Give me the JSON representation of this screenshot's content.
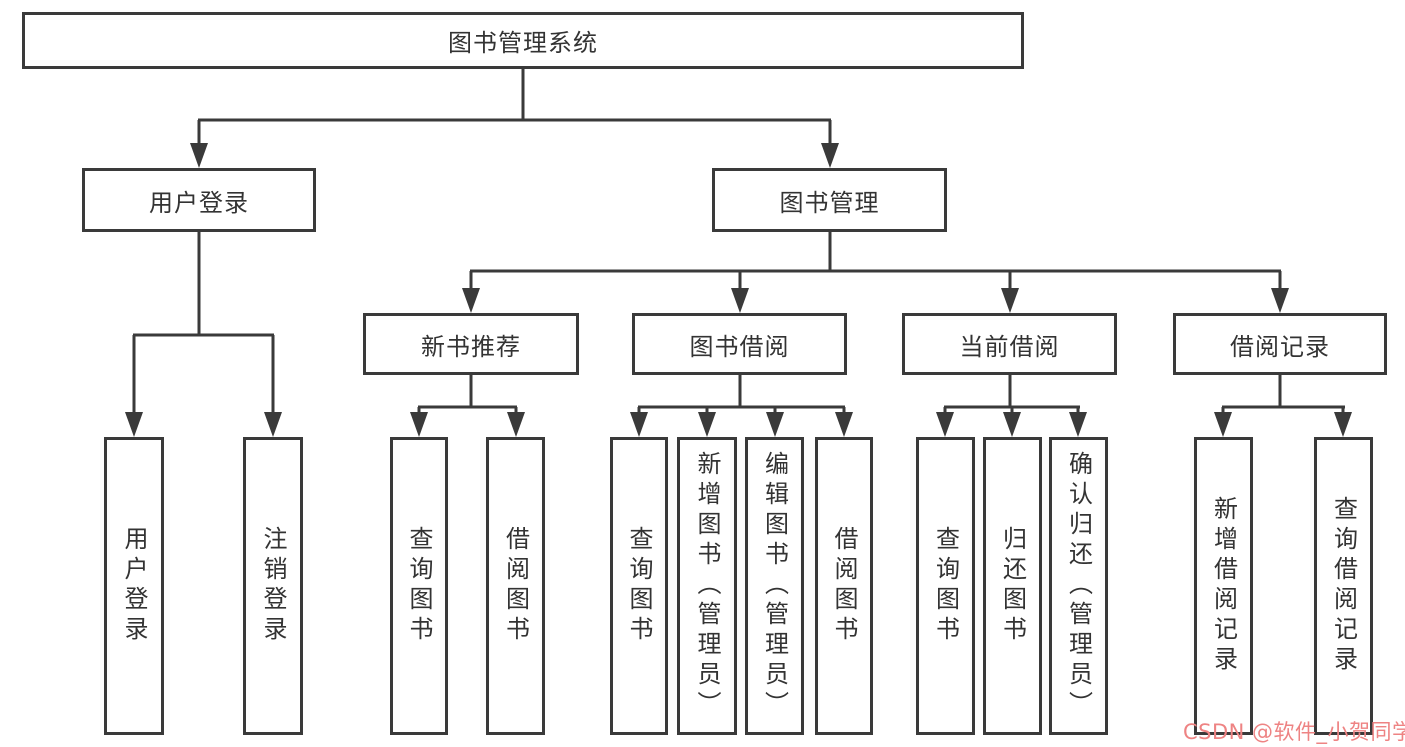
{
  "diagram_title": "图书管理系统",
  "nodes": {
    "root": "图书管理系统",
    "level2": [
      "用户登录",
      "图书管理"
    ],
    "level3": [
      "新书推荐",
      "图书借阅",
      "当前借阅",
      "借阅记录"
    ],
    "leaves": [
      "用户登录",
      "注销登录",
      "查询图书",
      "借阅图书",
      "查询图书",
      "新增图书（管理员）",
      "编辑图书（管理员）",
      "借阅图书",
      "查询图书",
      "归还图书",
      "确认归还（管理员）",
      "新增借阅记录",
      "查询借阅记录"
    ]
  },
  "edges": [
    {
      "from": "图书管理系统",
      "to": "用户登录"
    },
    {
      "from": "图书管理系统",
      "to": "图书管理"
    },
    {
      "from": "用户登录",
      "to": "用户登录"
    },
    {
      "from": "用户登录",
      "to": "注销登录"
    },
    {
      "from": "图书管理",
      "to": "新书推荐"
    },
    {
      "from": "图书管理",
      "to": "图书借阅"
    },
    {
      "from": "图书管理",
      "to": "当前借阅"
    },
    {
      "from": "图书管理",
      "to": "借阅记录"
    },
    {
      "from": "新书推荐",
      "to": "查询图书"
    },
    {
      "from": "新书推荐",
      "to": "借阅图书"
    },
    {
      "from": "图书借阅",
      "to": "查询图书"
    },
    {
      "from": "图书借阅",
      "to": "新增图书（管理员）"
    },
    {
      "from": "图书借阅",
      "to": "编辑图书（管理员）"
    },
    {
      "from": "图书借阅",
      "to": "借阅图书"
    },
    {
      "from": "当前借阅",
      "to": "查询图书"
    },
    {
      "from": "当前借阅",
      "to": "归还图书"
    },
    {
      "from": "当前借阅",
      "to": "确认归还（管理员）"
    },
    {
      "from": "借阅记录",
      "to": "新增借阅记录"
    },
    {
      "from": "借阅记录",
      "to": "查询借阅记录"
    }
  ],
  "watermark": {
    "text": "CSDN @软件_小贺同学",
    "color": "#ee8383"
  },
  "colors": {
    "line": "#3a3a3a",
    "text": "#333333",
    "box_background": "#ffffff",
    "page_background": "#ffffff"
  }
}
